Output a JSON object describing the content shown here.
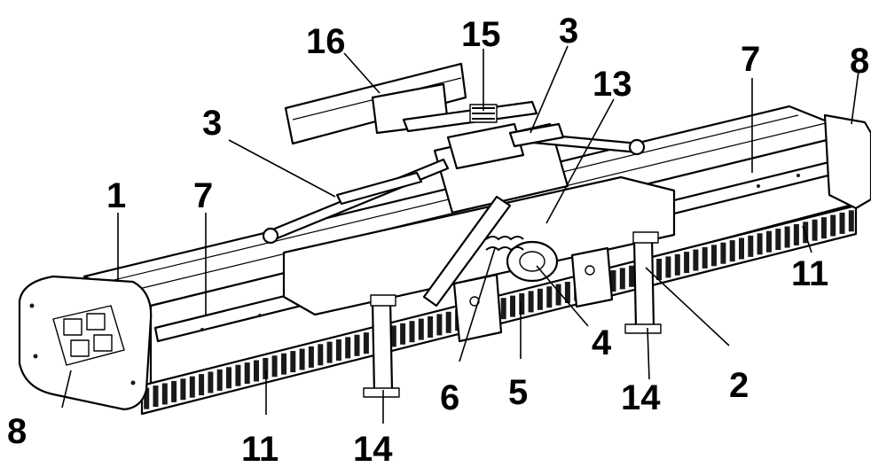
{
  "callouts": [
    {
      "id": "c16",
      "text": "16"
    },
    {
      "id": "c15",
      "text": "15"
    },
    {
      "id": "c3a",
      "text": "3"
    },
    {
      "id": "c3b",
      "text": "3"
    },
    {
      "id": "c13",
      "text": "13"
    },
    {
      "id": "c7a",
      "text": "7"
    },
    {
      "id": "c7b",
      "text": "7"
    },
    {
      "id": "c8a",
      "text": "8"
    },
    {
      "id": "c8b",
      "text": "8"
    },
    {
      "id": "c1",
      "text": "1"
    },
    {
      "id": "c11a",
      "text": "11"
    },
    {
      "id": "c11b",
      "text": "11"
    },
    {
      "id": "c4",
      "text": "4"
    },
    {
      "id": "c2",
      "text": "2"
    },
    {
      "id": "c6",
      "text": "6"
    },
    {
      "id": "c5",
      "text": "5"
    },
    {
      "id": "c14a",
      "text": "14"
    },
    {
      "id": "c14b",
      "text": "14"
    }
  ]
}
